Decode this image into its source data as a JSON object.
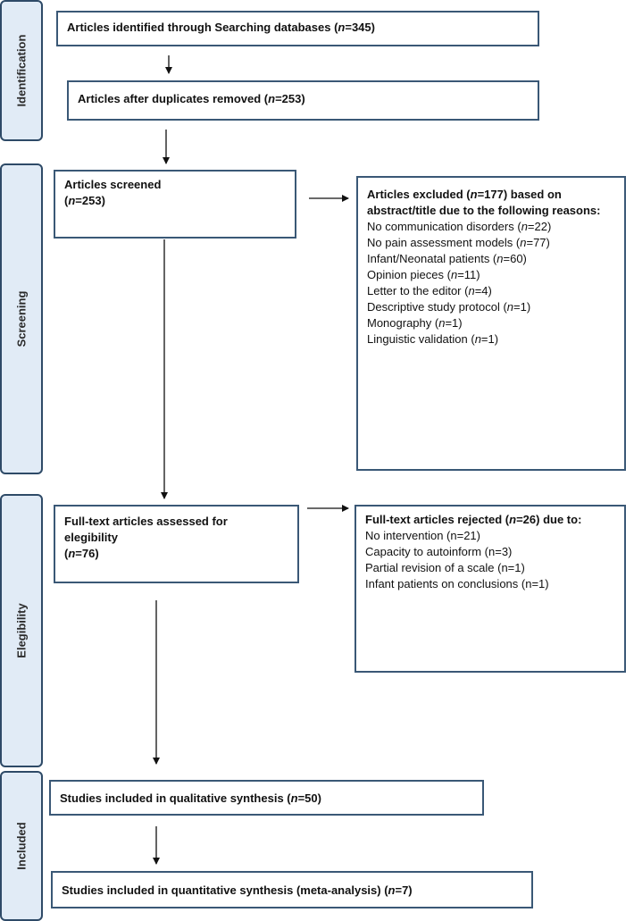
{
  "stages": {
    "identification": "Identification",
    "screening": "Screening",
    "eligibility": "Elegibility",
    "included": "Included"
  },
  "boxes": {
    "identified": {
      "pre": "Articles identified through Searching databases (",
      "n": "n",
      "post": "=345)"
    },
    "duplicates_removed": {
      "pre": "Articles after duplicates removed (",
      "n": "n",
      "post": "=253)"
    },
    "screened": {
      "line1": "Articles screened",
      "pre": " (",
      "n": "n",
      "post": "=253)"
    },
    "excluded": {
      "head_pre": "Articles excluded (",
      "head_n": "n",
      "head_post": "=177) based on abstract/title due to the following reasons:",
      "reasons": [
        {
          "pre": "No communication disorders (",
          "n": "n",
          "post": "=22)"
        },
        {
          "pre": "No pain assessment models (",
          "n": "n",
          "post": "=77)"
        },
        {
          "pre": "Infant/Neonatal patients (",
          "n": "n",
          "post": "=60)"
        },
        {
          "pre": "Opinion pieces (",
          "n": "n",
          "post": "=11)"
        },
        {
          "pre": "Letter to the editor (",
          "n": "n",
          "post": "=4)"
        },
        {
          "pre": "Descriptive study protocol (",
          "n": "n",
          "post": "=1)"
        },
        {
          "pre": "Monography (",
          "n": "n",
          "post": "=1)"
        },
        {
          "pre": "Linguistic validation (",
          "n": "n",
          "post": "=1)"
        }
      ]
    },
    "fulltext_assessed": {
      "line1": "Full-text articles assessed for elegibility",
      "pre": " (",
      "n": "n",
      "post": "=76)"
    },
    "fulltext_rejected": {
      "head_pre": "Full-text articles rejected (",
      "head_n": "n",
      "head_post": "=26) due to:",
      "reasons": [
        "No intervention (n=21)",
        "Capacity to autoinform (n=3)",
        "Partial revision of a scale (n=1)",
        "Infant patients on conclusions (n=1)"
      ]
    },
    "qualitative": {
      "pre": "Studies included in qualitative synthesis (",
      "n": "n",
      "post": "=50)"
    },
    "quantitative": {
      "pre": "Studies included in quantitative synthesis (meta-analysis) (",
      "n": "n",
      "post": "=7)"
    }
  }
}
